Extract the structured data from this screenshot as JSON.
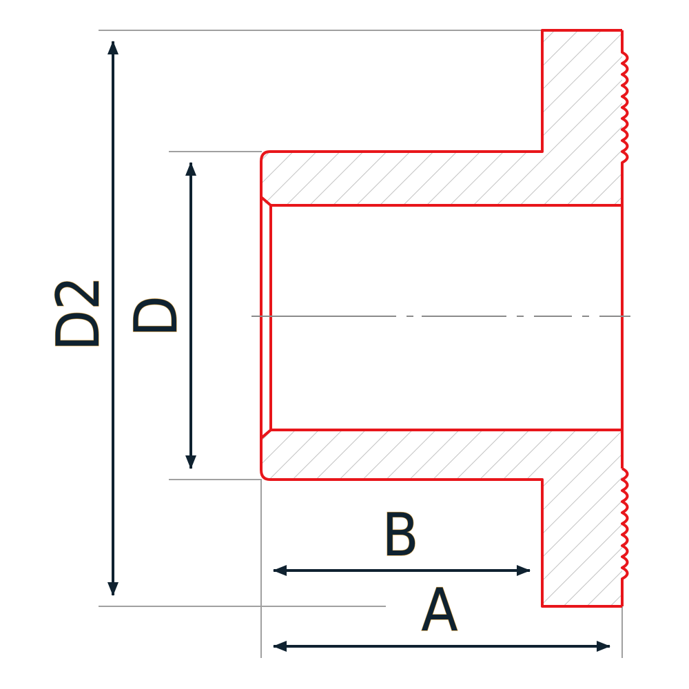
{
  "labels": {
    "d2": "D2",
    "d": "D",
    "b": "B",
    "a": "A"
  },
  "colors": {
    "outline": "#e8161b",
    "dimension": "#0f2230",
    "extension_line": "#9a9a9a",
    "hatch": "#b8b8b8",
    "centerline": "#8a8a8a",
    "label_halo": "#d49a3a"
  }
}
